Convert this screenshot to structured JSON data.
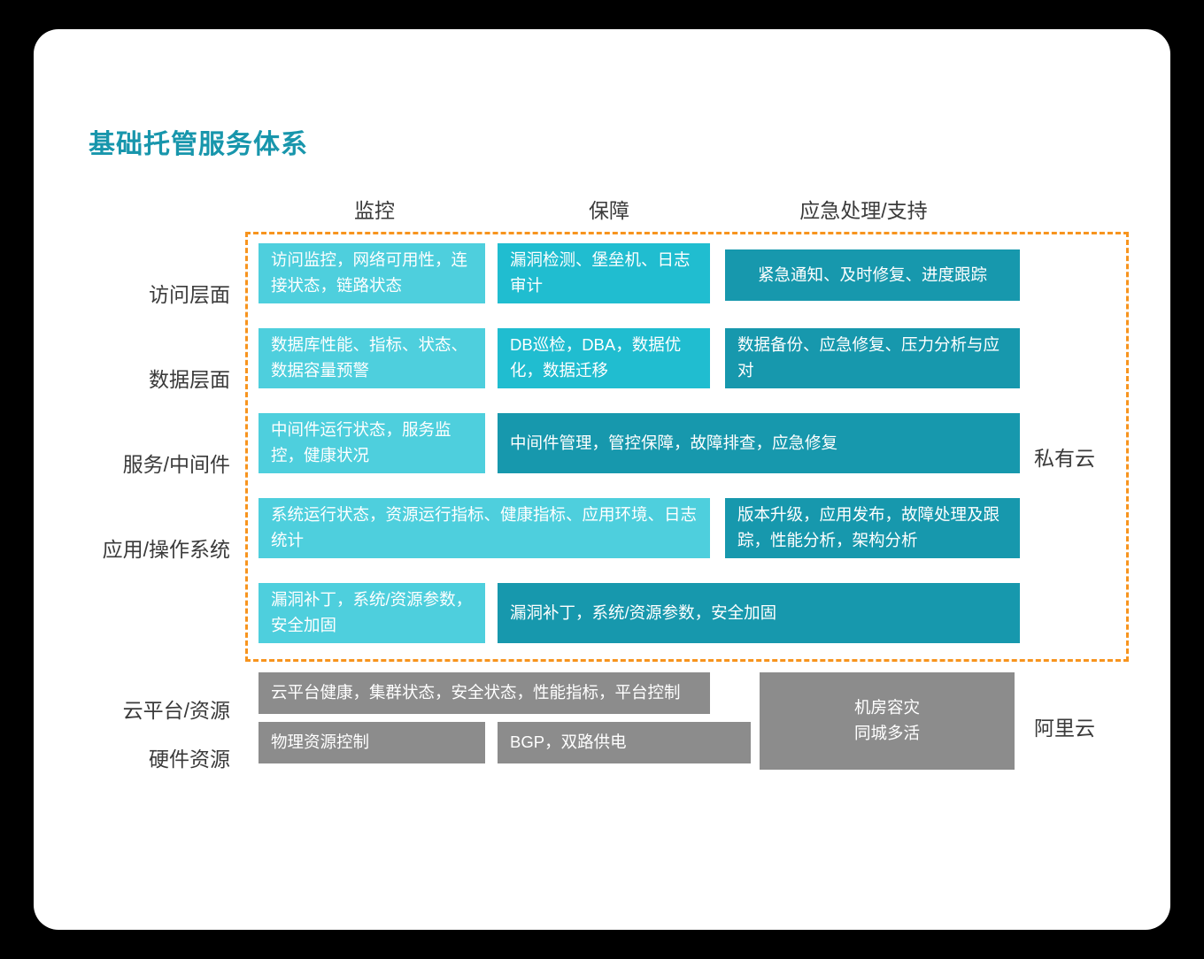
{
  "title": "基础托管服务体系",
  "colors": {
    "background": "#000000",
    "card": "#ffffff",
    "title": "#1896ac",
    "light_teal": "#4ecfdd",
    "mid_teal": "#20bdd0",
    "dark_teal": "#1798ad",
    "gray": "#8c8c8c",
    "dashed_border": "#f7941e",
    "text_dark": "#3a3a3a"
  },
  "columns": [
    {
      "label": "监控"
    },
    {
      "label": "保障"
    },
    {
      "label": "应急处理/支持"
    }
  ],
  "rows": [
    {
      "label": "访问层面"
    },
    {
      "label": "数据层面"
    },
    {
      "label": "服务/中间件"
    },
    {
      "label": "应用/操作系统"
    },
    {
      "label": ""
    },
    {
      "label": "云平台/资源"
    },
    {
      "label": "硬件资源"
    }
  ],
  "side_labels": [
    {
      "label": "私有云"
    },
    {
      "label": "阿里云"
    }
  ],
  "cells": [
    {
      "id": "r1c1",
      "text": "访问监控，网络可用性，连接状态，链路状态",
      "tone": "light_teal"
    },
    {
      "id": "r1c2",
      "text": "漏洞检测、堡垒机、日志审计",
      "tone": "mid_teal"
    },
    {
      "id": "r1c3",
      "text": "紧急通知、及时修复、进度跟踪",
      "tone": "dark_teal"
    },
    {
      "id": "r2c1",
      "text": "数据库性能、指标、状态、数据容量预警",
      "tone": "light_teal"
    },
    {
      "id": "r2c2",
      "text": "DB巡检，DBA，数据优化，数据迁移",
      "tone": "mid_teal"
    },
    {
      "id": "r2c3",
      "text": "数据备份、应急修复、压力分析与应对",
      "tone": "dark_teal"
    },
    {
      "id": "r3c1",
      "text": "中间件运行状态，服务监控，健康状况",
      "tone": "light_teal"
    },
    {
      "id": "r3c23",
      "text": "中间件管理，管控保障，故障排查，应急修复",
      "tone": "dark_teal"
    },
    {
      "id": "r4c12",
      "text": "系统运行状态，资源运行指标、健康指标、应用环境、日志统计",
      "tone": "light_teal"
    },
    {
      "id": "r4c3",
      "text": "版本升级，应用发布，故障处理及跟踪，性能分析，架构分析",
      "tone": "dark_teal"
    },
    {
      "id": "r5c1",
      "text": "漏洞补丁，系统/资源参数，安全加固",
      "tone": "light_teal"
    },
    {
      "id": "r5c23",
      "text": "漏洞补丁，系统/资源参数，安全加固",
      "tone": "dark_teal"
    },
    {
      "id": "r6c12",
      "text": "云平台健康，集群状态，安全状态，性能指标，平台控制",
      "tone": "gray"
    },
    {
      "id": "r67c3",
      "text": "机房容灾\n同城多活",
      "tone": "gray"
    },
    {
      "id": "r7c1",
      "text": "物理资源控制",
      "tone": "gray"
    },
    {
      "id": "r7c2",
      "text": "BGP，双路供电",
      "tone": "gray"
    }
  ]
}
